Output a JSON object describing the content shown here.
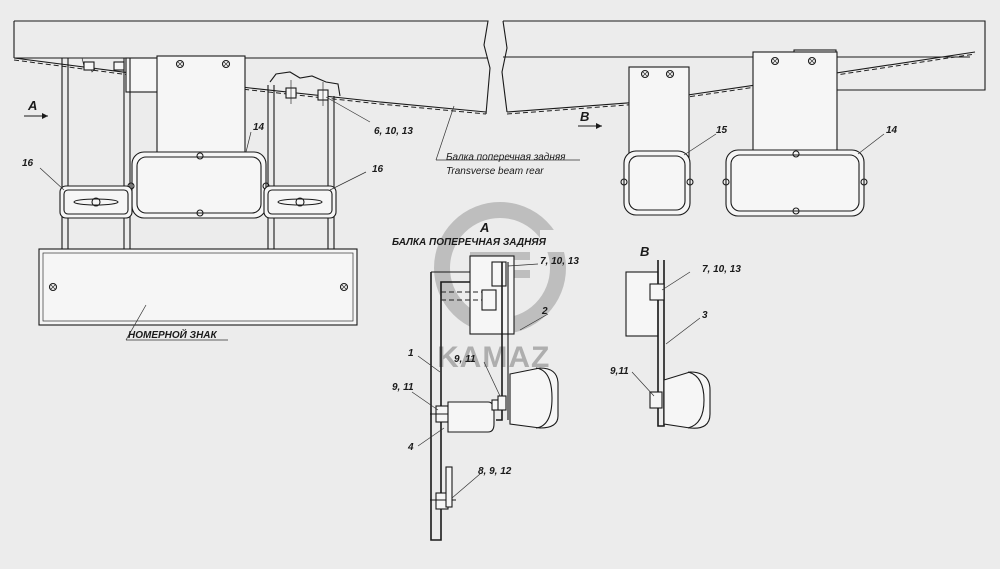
{
  "labels": {
    "view_a_arrow": "A",
    "view_b_arrow": "B",
    "view_a_title": "А",
    "view_b_title": "В",
    "part_14_left": "14",
    "part_16_left": "16",
    "part_16_right": "16",
    "part_6_10_13": "6, 10, 13",
    "part_15": "15",
    "part_14_right": "14",
    "beam_ru": "Балка поперечная задняя",
    "beam_en": "Transverse beam rear",
    "plate_label": "НОМЕРНОЙ ЗНАК",
    "section_title": "БАЛКА ПОПЕРЕЧНАЯ ЗАДНЯЯ",
    "a_7_10_13": "7, 10, 13",
    "a_2": "2",
    "a_1": "1",
    "a_9_11_upper": "9, 11",
    "a_9_11_lower": "9, 11",
    "a_4": "4",
    "a_8_9_12": "8, 9, 12",
    "b_7_10_13": "7, 10, 13",
    "b_3": "3",
    "b_9_11": "9,11"
  },
  "watermark": {
    "text": "KAMAZ",
    "color": "#9a9a9a"
  }
}
